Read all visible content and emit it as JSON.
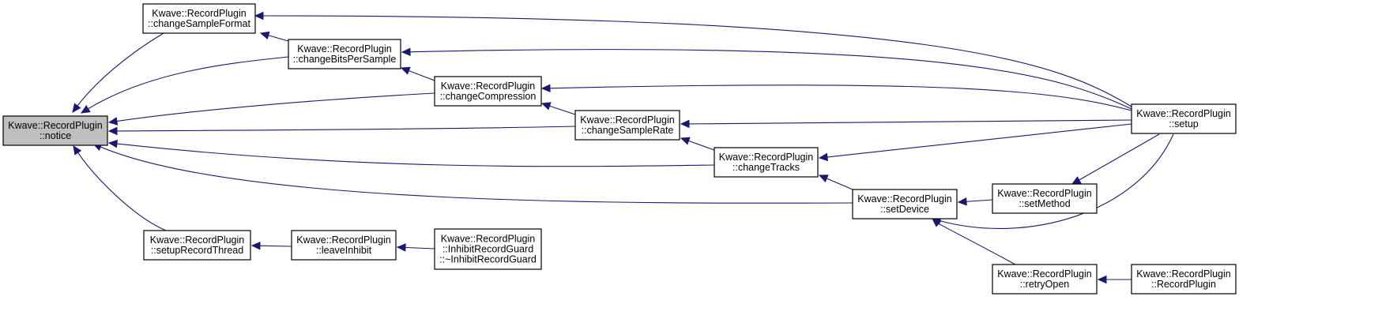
{
  "colors": {
    "edge": "#191970",
    "node_fill": "#ffffff",
    "focus_fill": "#bfbfbf",
    "border": "#000000"
  },
  "nodes": [
    {
      "id": "notice",
      "lines": [
        "Kwave::RecordPlugin",
        "::notice"
      ],
      "focus": true
    },
    {
      "id": "changeSampleFormat",
      "lines": [
        "Kwave::RecordPlugin",
        "::changeSampleFormat"
      ]
    },
    {
      "id": "changeBitsPerSample",
      "lines": [
        "Kwave::RecordPlugin",
        "::changeBitsPerSample"
      ]
    },
    {
      "id": "changeCompression",
      "lines": [
        "Kwave::RecordPlugin",
        "::changeCompression"
      ]
    },
    {
      "id": "changeSampleRate",
      "lines": [
        "Kwave::RecordPlugin",
        "::changeSampleRate"
      ]
    },
    {
      "id": "changeTracks",
      "lines": [
        "Kwave::RecordPlugin",
        "::changeTracks"
      ]
    },
    {
      "id": "setDevice",
      "lines": [
        "Kwave::RecordPlugin",
        "::setDevice"
      ]
    },
    {
      "id": "setMethod",
      "lines": [
        "Kwave::RecordPlugin",
        "::setMethod"
      ]
    },
    {
      "id": "setup",
      "lines": [
        "Kwave::RecordPlugin",
        "::setup"
      ]
    },
    {
      "id": "retryOpen",
      "lines": [
        "Kwave::RecordPlugin",
        "::retryOpen"
      ]
    },
    {
      "id": "RecordPlugin",
      "lines": [
        "Kwave::RecordPlugin",
        "::RecordPlugin"
      ]
    },
    {
      "id": "setupRecordThread",
      "lines": [
        "Kwave::RecordPlugin",
        "::setupRecordThread"
      ]
    },
    {
      "id": "leaveInhibit",
      "lines": [
        "Kwave::RecordPlugin",
        "::leaveInhibit"
      ]
    },
    {
      "id": "InhibitRecordGuard",
      "lines": [
        "Kwave::RecordPlugin",
        "::InhibitRecordGuard",
        "::~InhibitRecordGuard"
      ]
    }
  ],
  "edges": [
    {
      "from": "changeSampleFormat",
      "to": "notice"
    },
    {
      "from": "changeBitsPerSample",
      "to": "notice"
    },
    {
      "from": "changeCompression",
      "to": "notice"
    },
    {
      "from": "changeSampleRate",
      "to": "notice"
    },
    {
      "from": "changeTracks",
      "to": "notice"
    },
    {
      "from": "setDevice",
      "to": "notice"
    },
    {
      "from": "setupRecordThread",
      "to": "notice"
    },
    {
      "from": "changeBitsPerSample",
      "to": "changeSampleFormat"
    },
    {
      "from": "changeCompression",
      "to": "changeBitsPerSample"
    },
    {
      "from": "changeSampleRate",
      "to": "changeCompression"
    },
    {
      "from": "changeTracks",
      "to": "changeSampleRate"
    },
    {
      "from": "setDevice",
      "to": "changeTracks"
    },
    {
      "from": "setMethod",
      "to": "setDevice"
    },
    {
      "from": "setup",
      "to": "setDevice"
    },
    {
      "from": "retryOpen",
      "to": "setDevice"
    },
    {
      "from": "setup",
      "to": "changeSampleFormat"
    },
    {
      "from": "setup",
      "to": "changeBitsPerSample"
    },
    {
      "from": "setup",
      "to": "changeCompression"
    },
    {
      "from": "setup",
      "to": "changeSampleRate"
    },
    {
      "from": "setup",
      "to": "changeTracks"
    },
    {
      "from": "setup",
      "to": "setMethod"
    },
    {
      "from": "RecordPlugin",
      "to": "retryOpen"
    },
    {
      "from": "leaveInhibit",
      "to": "setupRecordThread"
    },
    {
      "from": "InhibitRecordGuard",
      "to": "leaveInhibit"
    }
  ]
}
